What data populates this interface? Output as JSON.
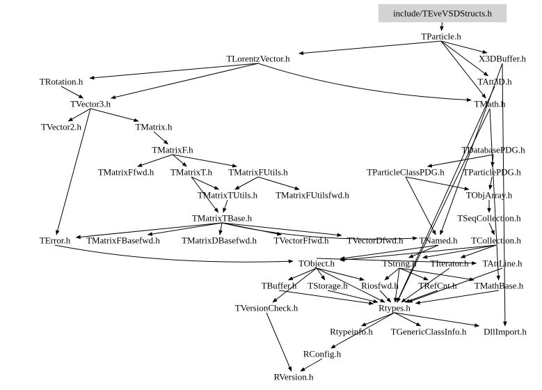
{
  "diagram": {
    "highlight_color": "#d3d3d3",
    "edge_color": "#000000",
    "nodes": [
      {
        "id": "vsd",
        "label": "include/TEveVSDStructs.h",
        "highlighted": true
      },
      {
        "id": "tparticle",
        "label": "TParticle.h"
      },
      {
        "id": "tlorentz",
        "label": "TLorentzVector.h"
      },
      {
        "id": "x3d",
        "label": "X3DBuffer.h"
      },
      {
        "id": "trotation",
        "label": "TRotation.h"
      },
      {
        "id": "tatt3d",
        "label": "TAtt3D.h"
      },
      {
        "id": "tvector3",
        "label": "TVector3.h"
      },
      {
        "id": "tmath",
        "label": "TMath.h"
      },
      {
        "id": "tvector2",
        "label": "TVector2.h"
      },
      {
        "id": "tmatrix",
        "label": "TMatrix.h"
      },
      {
        "id": "tmatrixf",
        "label": "TMatrixF.h"
      },
      {
        "id": "tdbpdg",
        "label": "TDatabasePDG.h"
      },
      {
        "id": "tmffwd",
        "label": "TMatrixFfwd.h"
      },
      {
        "id": "tmatrixt",
        "label": "TMatrixT.h"
      },
      {
        "id": "tmfutils",
        "label": "TMatrixFUtils.h"
      },
      {
        "id": "tpclasspdg",
        "label": "TParticleClassPDG.h"
      },
      {
        "id": "tparticlepdg",
        "label": "TParticlePDG.h"
      },
      {
        "id": "tmtutils",
        "label": "TMatrixTUtils.h"
      },
      {
        "id": "tmfutilsfwd",
        "label": "TMatrixFUtilsfwd.h"
      },
      {
        "id": "tobjarray",
        "label": "TObjArray.h"
      },
      {
        "id": "tseqcoll",
        "label": "TSeqCollection.h"
      },
      {
        "id": "tmtbase",
        "label": "TMatrixTBase.h"
      },
      {
        "id": "terror",
        "label": "TError.h"
      },
      {
        "id": "tmfbasefwd",
        "label": "TMatrixFBasefwd.h"
      },
      {
        "id": "tmdbasefwd",
        "label": "TMatrixDBasefwd.h"
      },
      {
        "id": "tvffwd",
        "label": "TVectorFfwd.h"
      },
      {
        "id": "tvdfwd",
        "label": "TVectorDfwd.h"
      },
      {
        "id": "tnamed",
        "label": "TNamed.h"
      },
      {
        "id": "tcollection",
        "label": "TCollection.h"
      },
      {
        "id": "tobject",
        "label": "TObject.h"
      },
      {
        "id": "tstring",
        "label": "TString.h"
      },
      {
        "id": "titerator",
        "label": "TIterator.h"
      },
      {
        "id": "tattline",
        "label": "TAttLine.h"
      },
      {
        "id": "tbuffer",
        "label": "TBuffer.h"
      },
      {
        "id": "tstorage",
        "label": "TStorage.h"
      },
      {
        "id": "riosfwd",
        "label": "Riosfwd.h"
      },
      {
        "id": "trefcnt",
        "label": "TRefCnt.h"
      },
      {
        "id": "tmathbase",
        "label": "TMathBase.h"
      },
      {
        "id": "tversioncheck",
        "label": "TVersionCheck.h"
      },
      {
        "id": "rtypes",
        "label": "Rtypes.h"
      },
      {
        "id": "rtypeinfo",
        "label": "Rtypeinfo.h"
      },
      {
        "id": "tgenericclassinfo",
        "label": "TGenericClassInfo.h"
      },
      {
        "id": "dllimport",
        "label": "DllImport.h"
      },
      {
        "id": "rconfig",
        "label": "RConfig.h"
      },
      {
        "id": "rversion",
        "label": "RVersion.h"
      }
    ]
  }
}
